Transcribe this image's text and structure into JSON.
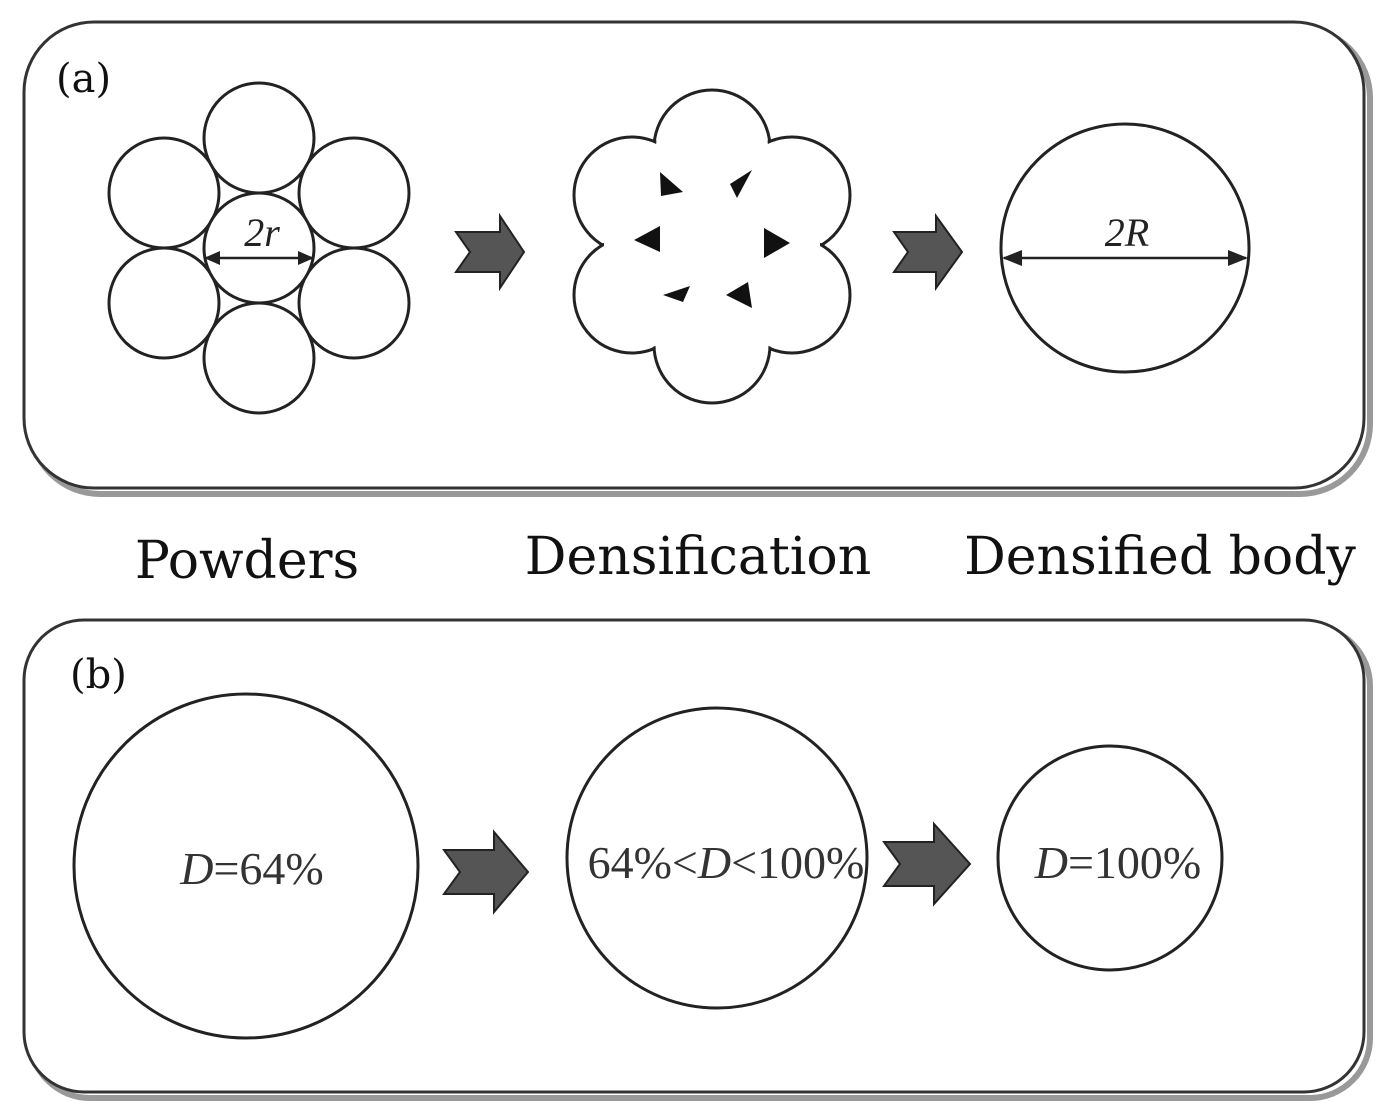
{
  "panel_a": {
    "letter": "(a)",
    "small_diameter": "2r",
    "large_diameter": "2R",
    "captions": [
      "Powders",
      "Densification",
      "Densified body"
    ]
  },
  "panel_b": {
    "letter": "(b)",
    "stages": [
      {
        "prefix": "",
        "italic": "D",
        "suffix": "=64%"
      },
      {
        "prefix": "64%<",
        "italic": "D",
        "suffix": "<100%"
      },
      {
        "prefix": "",
        "italic": "D",
        "suffix": "=100%"
      }
    ]
  }
}
